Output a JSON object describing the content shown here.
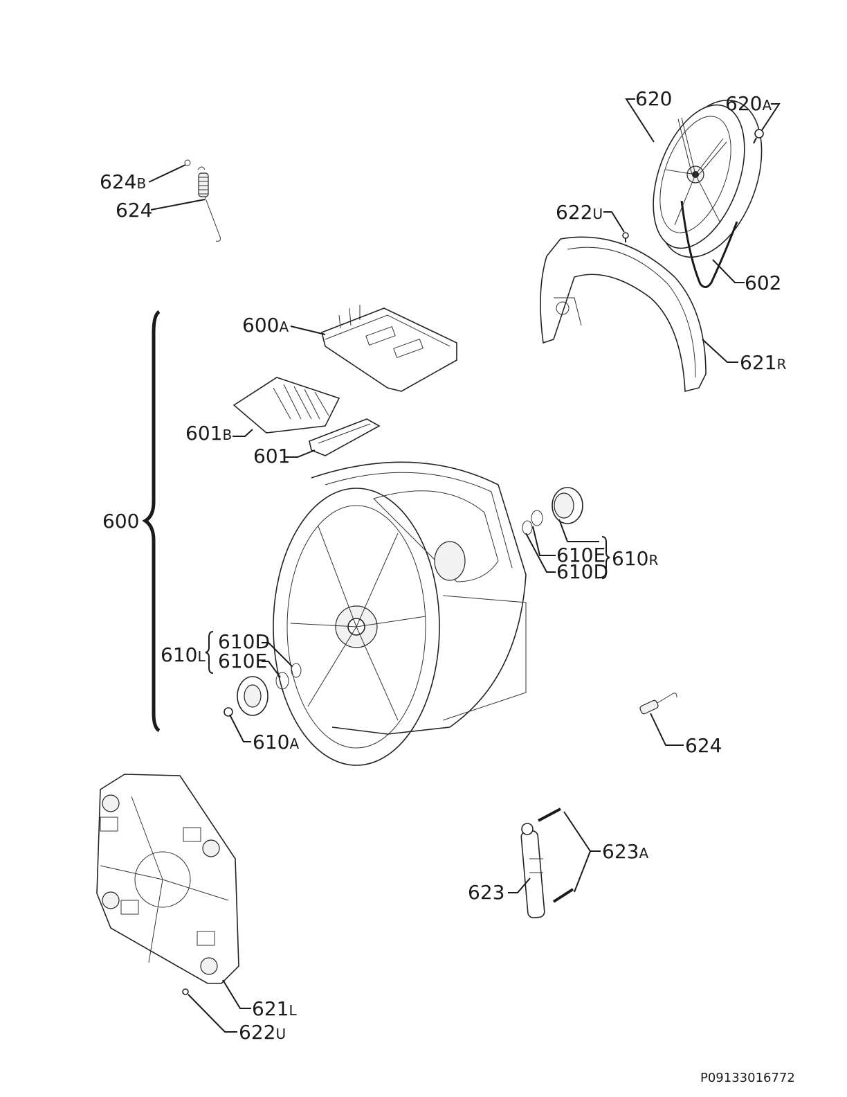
{
  "diagram": {
    "callouts": [
      {
        "id": "620",
        "main": "620",
        "suffix": ""
      },
      {
        "id": "620A",
        "main": "620",
        "suffix": "A"
      },
      {
        "id": "624B",
        "main": "624",
        "suffix": "B"
      },
      {
        "id": "624top",
        "main": "624",
        "suffix": ""
      },
      {
        "id": "622U-top",
        "main": "622",
        "suffix": "U"
      },
      {
        "id": "602",
        "main": "602",
        "suffix": ""
      },
      {
        "id": "600A",
        "main": "600",
        "suffix": "A"
      },
      {
        "id": "621R",
        "main": "621",
        "suffix": "R"
      },
      {
        "id": "601B",
        "main": "601",
        "suffix": "B"
      },
      {
        "id": "601",
        "main": "601",
        "suffix": ""
      },
      {
        "id": "600",
        "main": "600",
        "suffix": ""
      },
      {
        "id": "610E-right",
        "main": "610E",
        "suffix": ""
      },
      {
        "id": "610D-right",
        "main": "610D",
        "suffix": ""
      },
      {
        "id": "610R",
        "main": "610",
        "suffix": "R"
      },
      {
        "id": "610D-left",
        "main": "610D",
        "suffix": ""
      },
      {
        "id": "610E-left",
        "main": "610E",
        "suffix": ""
      },
      {
        "id": "610L",
        "main": "610",
        "suffix": "L"
      },
      {
        "id": "610A",
        "main": "610",
        "suffix": "A"
      },
      {
        "id": "624bottom",
        "main": "624",
        "suffix": ""
      },
      {
        "id": "623A",
        "main": "623",
        "suffix": "A"
      },
      {
        "id": "623",
        "main": "623",
        "suffix": ""
      },
      {
        "id": "621L",
        "main": "621",
        "suffix": "L"
      },
      {
        "id": "622U-bottom",
        "main": "622",
        "suffix": "U"
      }
    ],
    "document_code": "P09133016772"
  }
}
